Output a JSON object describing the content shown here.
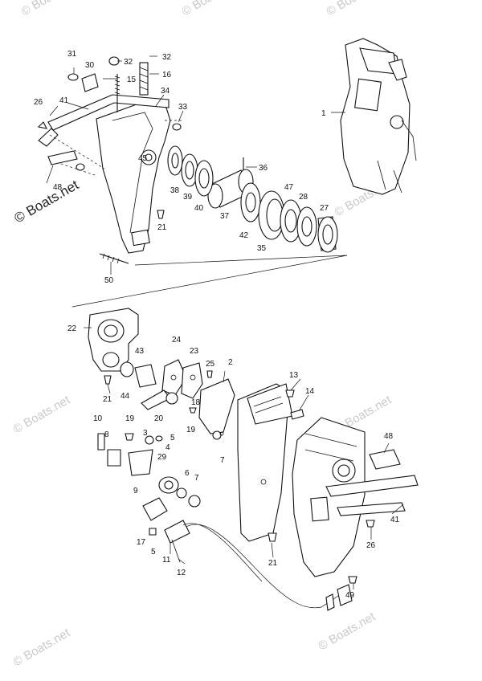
{
  "watermark": "© Boats.net",
  "watermark_primary": "© Boats.net",
  "callouts": {
    "c1": "1",
    "c2": "2",
    "c4": "4",
    "c5a": "5",
    "c5b": "5",
    "c6": "6",
    "c7a": "7",
    "c7b": "7",
    "c8": "8",
    "c9": "9",
    "c10": "10",
    "c11": "11",
    "c12": "12",
    "c13": "13",
    "c14": "14",
    "c15": "15",
    "c16": "16",
    "c17": "17",
    "c18": "18",
    "c19a": "19",
    "c19b": "19",
    "c20": "20",
    "c21a": "21",
    "c21b": "21",
    "c21c": "21",
    "c22": "22",
    "c23": "23",
    "c24": "24",
    "c25": "25",
    "c26a": "26",
    "c26b": "26",
    "c27": "27",
    "c28": "28",
    "c29": "29",
    "c30": "30",
    "c31": "31",
    "c32a": "32",
    "c32b": "32",
    "c33": "33",
    "c34": "34",
    "c35": "35",
    "c36": "36",
    "c37": "37",
    "c38": "38",
    "c39": "39",
    "c40": "40",
    "c41a": "41",
    "c41b": "41",
    "c42": "42",
    "c43": "43",
    "c44": "44",
    "c45": "45",
    "c47": "47",
    "c48a": "48",
    "c48b": "48",
    "c49": "49",
    "c50": "50",
    "c3": "3"
  }
}
